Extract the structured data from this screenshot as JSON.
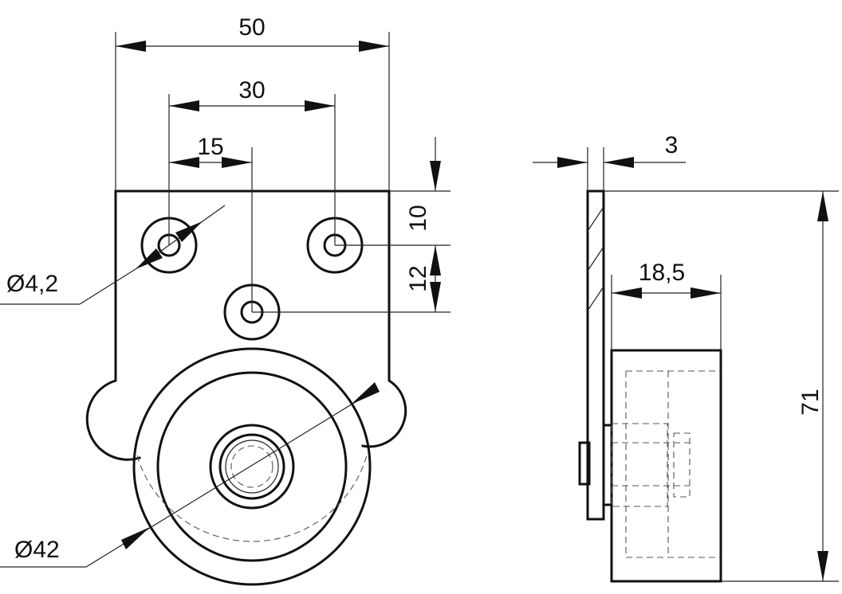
{
  "dimensions": {
    "overall_width": "50",
    "hole_spacing": "30",
    "center_offset": "15",
    "top_to_holes": "10",
    "holes_to_center": "12",
    "hole_diameter": "Ø4,2",
    "wheel_diameter": "Ø42",
    "plate_thickness": "3",
    "wheel_width": "18,5",
    "overall_height": "71"
  },
  "colors": {
    "line": "#111111",
    "background": "#ffffff"
  }
}
